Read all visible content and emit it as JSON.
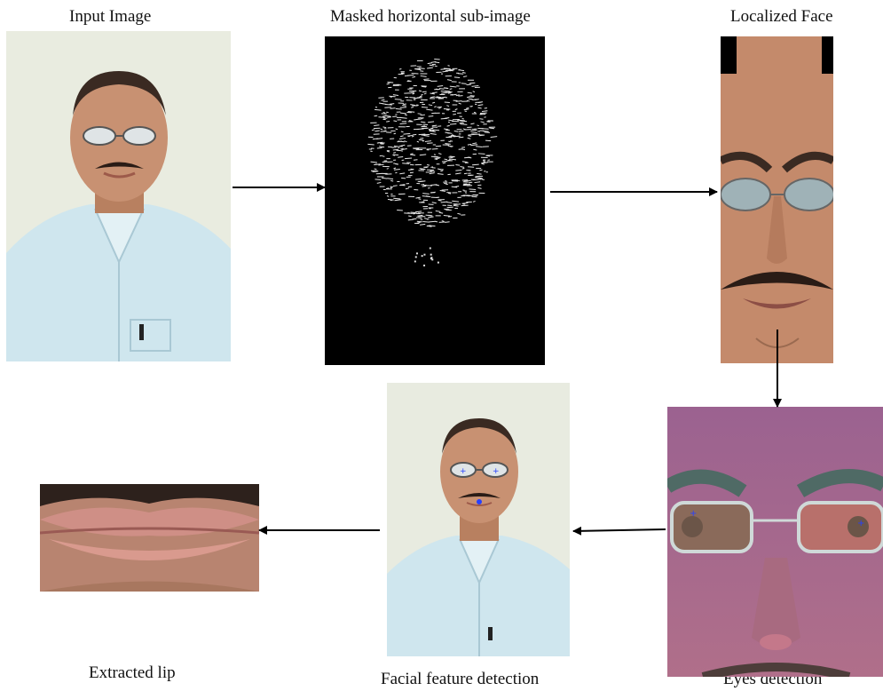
{
  "labels": {
    "input_image": "Input Image",
    "masked": "Masked horizontal sub-image",
    "localized": "Localized Face",
    "eyes": "Eyes detection",
    "facial": "Facial feature detection",
    "lip": "Extracted lip"
  },
  "colors": {
    "arrow": "#000000",
    "photo_background": "#e8ecdf",
    "shirt": "#cfe7ef",
    "skin": "#c58f6f",
    "masked_background": "#000000",
    "eyes_tint": "#a2658f",
    "lip": "#d79a8a"
  }
}
